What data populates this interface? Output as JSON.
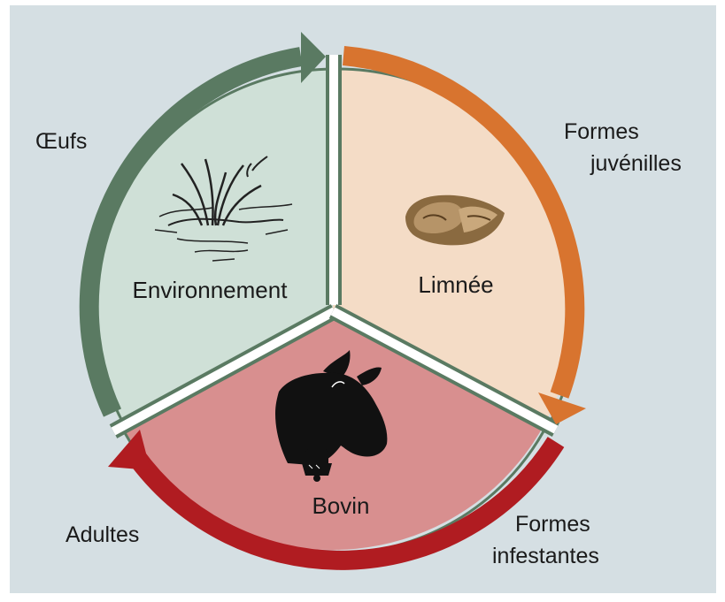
{
  "diagram": {
    "sectors": [
      {
        "id": "environnement",
        "label": "Environnement",
        "fill": "#cfe0d7"
      },
      {
        "id": "limnee",
        "label": "Limnée",
        "fill": "#f4dcc6"
      },
      {
        "id": "bovin",
        "label": "Bovin",
        "fill": "#d88f8f"
      }
    ],
    "stages": {
      "oeufs": "Œufs",
      "formes_juveniles": [
        "Formes",
        "juvénilles"
      ],
      "formes_infestantes": [
        "Formes",
        "infestantes"
      ],
      "adultes": "Adultes"
    },
    "colors": {
      "background": "#d5dfe3",
      "arrow_green": "#5a7a62",
      "arrow_orange": "#d8742f",
      "arrow_red": "#b01c21",
      "divider": "#ffffff"
    },
    "icons": [
      "pond-plant-icon",
      "snail-shell-icon",
      "cow-head-icon"
    ]
  }
}
